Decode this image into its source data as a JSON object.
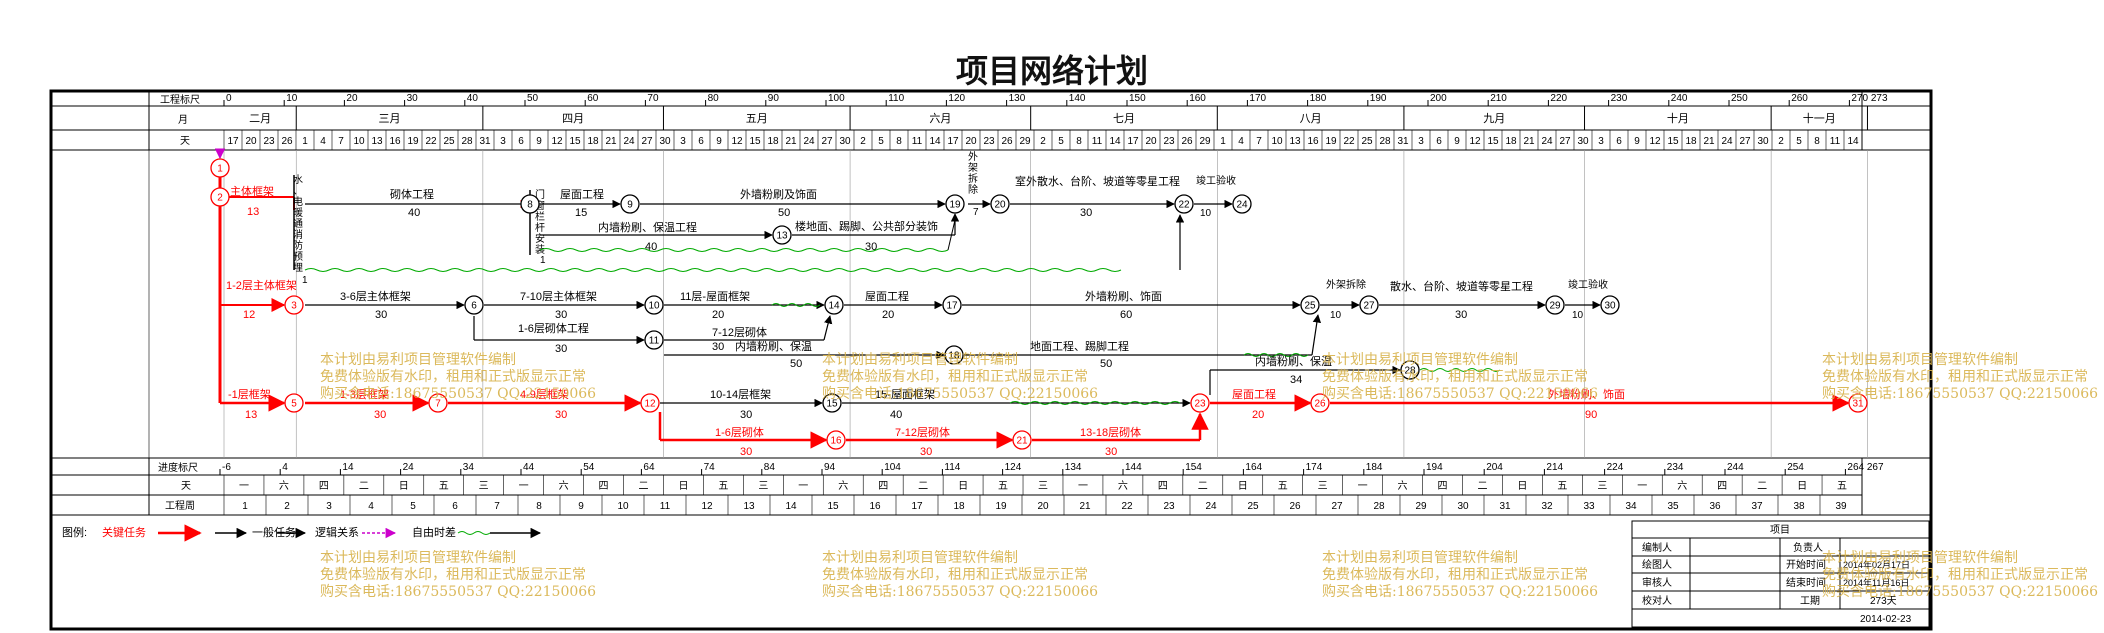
{
  "title": "项目网络计划",
  "header": {
    "scale_label": "工程标尺",
    "month_label": "月",
    "day_label": "天",
    "scale_ticks": [
      "0",
      "10",
      "20",
      "30",
      "40",
      "50",
      "60",
      "70",
      "80",
      "90",
      "100",
      "110",
      "120",
      "130",
      "140",
      "150",
      "160",
      "170",
      "180",
      "190",
      "200",
      "210",
      "220",
      "230",
      "240",
      "250",
      "260",
      "270 273"
    ],
    "months": [
      "二月",
      "三月",
      "四月",
      "五月",
      "六月",
      "七月",
      "八月",
      "九月",
      "十月",
      "十一月"
    ],
    "days": [
      "17",
      "20",
      "23",
      "26",
      "1",
      "4",
      "7",
      "10",
      "13",
      "16",
      "19",
      "22",
      "25",
      "28",
      "31",
      "3",
      "6",
      "9",
      "12",
      "15",
      "18",
      "21",
      "24",
      "27",
      "30",
      "3",
      "6",
      "9",
      "12",
      "15",
      "18",
      "21",
      "24",
      "27",
      "30",
      "2",
      "5",
      "8",
      "11",
      "14",
      "17",
      "20",
      "23",
      "26",
      "29",
      "2",
      "5",
      "8",
      "11",
      "14",
      "17",
      "20",
      "23",
      "26",
      "29",
      "1",
      "4",
      "7",
      "10",
      "13",
      "16",
      "19",
      "22",
      "25",
      "28",
      "31",
      "3",
      "6",
      "9",
      "12",
      "15",
      "18",
      "21",
      "24",
      "27",
      "30",
      "3",
      "6",
      "9",
      "12",
      "15",
      "18",
      "21",
      "24",
      "27",
      "30",
      "2",
      "5",
      "8",
      "11",
      "14"
    ]
  },
  "footer": {
    "progress_label": "进度标尺",
    "day_label": "天",
    "week_label": "工程周",
    "progress_ticks": [
      "-6",
      "4",
      "14",
      "24",
      "34",
      "44",
      "54",
      "64",
      "74",
      "84",
      "94",
      "104",
      "114",
      "124",
      "134",
      "144",
      "154",
      "164",
      "174",
      "184",
      "194",
      "204",
      "214",
      "224",
      "234",
      "244",
      "254",
      "264 267"
    ],
    "weekdays": [
      "一",
      "六",
      "四",
      "二",
      "日",
      "五",
      "三",
      "一",
      "六",
      "四",
      "二",
      "日",
      "五",
      "三",
      "一",
      "六",
      "四",
      "二",
      "日",
      "五",
      "三",
      "一",
      "六",
      "四",
      "二",
      "日",
      "五",
      "三",
      "一",
      "六",
      "四",
      "二",
      "日",
      "五",
      "三",
      "一",
      "六",
      "四",
      "二",
      "日",
      "五"
    ],
    "weeks": [
      "1",
      "2",
      "3",
      "4",
      "5",
      "6",
      "7",
      "8",
      "9",
      "10",
      "11",
      "12",
      "13",
      "14",
      "15",
      "16",
      "17",
      "18",
      "19",
      "20",
      "21",
      "22",
      "23",
      "24",
      "25",
      "26",
      "27",
      "28",
      "29",
      "30",
      "31",
      "32",
      "33",
      "34",
      "35",
      "36",
      "37",
      "38",
      "39"
    ]
  },
  "nodes": {
    "n1": "1",
    "n2": "2",
    "n3": "3",
    "n5": "5",
    "n6": "6",
    "n7": "7",
    "n8": "8",
    "n9": "9",
    "n10": "10",
    "n11": "11",
    "n12": "12",
    "n13": "13",
    "n14": "14",
    "n15": "15",
    "n16": "16",
    "n17": "17",
    "n18": "18",
    "n19": "19",
    "n20": "20",
    "n21": "21",
    "n22": "22",
    "n23": "23",
    "n24": "24",
    "n25": "25",
    "n26": "26",
    "n27": "27",
    "n28": "28",
    "n29": "29",
    "n30": "30",
    "n31": "31"
  },
  "tasks": {
    "t1_name": "主体框架",
    "t1_dur": "13",
    "t2_name": "1-2层主体框架",
    "t2_dur": "12",
    "t3_name": "-1层框架",
    "t3_dur": "13",
    "t4_name": "砌体工程",
    "t4_dur": "40",
    "t5_name": "屋面工程",
    "t5_dur": "15",
    "t6_name": "外墙粉刷及饰面",
    "t6_dur": "50",
    "t7_name": "内墙粉刷、保温工程",
    "t7_dur": "40",
    "t8_name": "楼地面、踢脚、公共部分装饰",
    "t8_dur": "30",
    "t9_name": "外架拆除",
    "t9_dur": "7",
    "t10_name": "室外散水、台阶、坡道等零星工程",
    "t10_dur": "30",
    "t11_name": "竣工验收",
    "t11_dur": "10",
    "t12_name": "水、电、暖通、消防等预埋",
    "t12_dur": "1",
    "t13_name": "门窗、栏杆等安装工程",
    "t13_dur": "1",
    "t14_name": "3-6层主体框架",
    "t14_dur": "30",
    "t15_name": "7-10层主体框架",
    "t15_dur": "30",
    "t16_name": "11层-屋面框架",
    "t16_dur": "20",
    "t17_name": "屋面工程",
    "t17_dur": "20",
    "t18_name": "外墙粉刷、饰面",
    "t18_dur": "60",
    "t19_name": "外架拆除",
    "t19_dur": "10",
    "t20_name": "散水、台阶、坡道等零星工程",
    "t20_dur": "30",
    "t21_name": "竣工验收",
    "t21_dur": "10",
    "t22_name": "1-6层砌体工程",
    "t22_dur": "30",
    "t23_name": "7-12层砌体",
    "t23_dur": "30",
    "t24_name": "内墙粉刷、保温",
    "t24_dur": "50",
    "t25_name": "地面工程、踢脚工程",
    "t25_dur": "50",
    "t26_name": "内墙粉刷、保温",
    "t26_dur": "34",
    "t27_name": "1-3层框架",
    "t27_dur": "30",
    "t28_name": "4-9层框架",
    "t28_dur": "30",
    "t29_name": "10-14层框架",
    "t29_dur": "30",
    "t30_name": "15-屋面框架",
    "t30_dur": "40",
    "t31_name": "屋面工程",
    "t31_dur": "20",
    "t32_name": "外墙粉刷、饰面",
    "t32_dur": "90",
    "t33_name": "1-6层砌体",
    "t33_dur": "30",
    "t34_name": "7-12层砌体",
    "t34_dur": "30",
    "t35_name": "13-18层砌体",
    "t35_dur": "30"
  },
  "legend": {
    "label": "图例:",
    "critical": "关键任务",
    "normal": "一般任务",
    "logic": "逻辑关系",
    "free": "自由时差"
  },
  "info_table": {
    "title": "项目",
    "compiler": "编制人",
    "drafter": "绘图人",
    "reviewer": "审核人",
    "checker": "校对人",
    "manager": "负责人",
    "start_label": "开始时间",
    "start_value": "2014年02月17日",
    "end_label": "结束时间",
    "end_value": "2014年11月16日",
    "duration_label": "工期",
    "duration_value": "273天",
    "date": "2014-02-23"
  },
  "watermark": {
    "line1": "本计划由易利项目管理软件编制",
    "line2": "免费体验版有水印，租用和正式版显示正常",
    "line3": "购买含电话:18675550537 QQ:22150066"
  },
  "colors": {
    "critical": "#ff0000",
    "normal": "#000000",
    "logic": "#cc00cc",
    "free": "#00aa00",
    "watermark": "#d8b24a"
  }
}
